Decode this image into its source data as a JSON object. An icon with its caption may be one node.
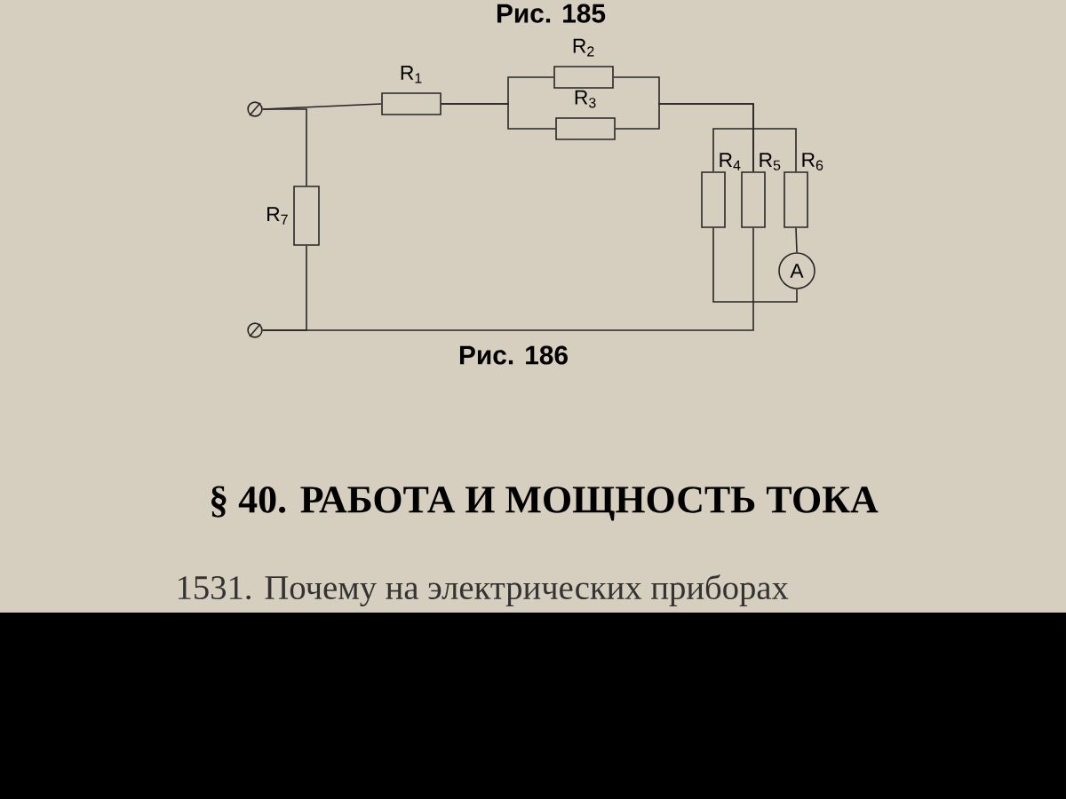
{
  "diagram": {
    "caption": "Рис. 186",
    "nodes": [
      {
        "text": [],
        "shape": "circle"
      },
      {
        "text": [
          "R$_{1}$"
        ]
      },
      {
        "text": [
          "R$_{2}$"
        ]
      },
      {
        "text": [
          "R$_{3}$"
        ]
      },
      {
        "text": [
          "R$_{4}$"
        ]
      },
      {
        "text": [
          "R$_{5}$"
        ]
      },
      {
        "text": [
          "R$_{6}$"
        ]
      },
      {
        "text": [
          "A"
        ]
      },
      {
        "text": [
          "R$_{7}$"
        ]
      },
      {
        "text": [],
        "shape": "circle"
      }
    ],
    "edges": [
      {
        "from": 0,
        "to": 1,
        "arrow": "none"
      },
      {
        "from": 0,
        "to": 8,
        "arrow": "none"
      },
      {
        "from": 1,
        "to": 2,
        "arrow": "none"
      },
      {
        "from": 1,
        "to": 3,
        "arrow": "none"
      },
      {
        "from": 2,
        "to": 5,
        "arrow": "none"
      },
      {
        "from": 3,
        "to": 5,
        "arrow": "none"
      },
      {
        "from": 8,
        "to": 9,
        "arrow": "none"
      },
      {
        "from": 5,
        "to": 9,
        "arrow": "none"
      },
      {
        "from": 4,
        "to": 6,
        "arrow": "none"
      },
      {
        "from": 6,
        "to": 7,
        "arrow": "none"
      },
      {
        "from": 4,
        "to": 7,
        "arrow": "none"
      }
    ],
    "labels": [
      "Рис. 185",
      "§ 40. РАБОТА И МОЩНОСТЬ ТОКА",
      "1531. Почему на электрических приборах"
    ]
  }
}
